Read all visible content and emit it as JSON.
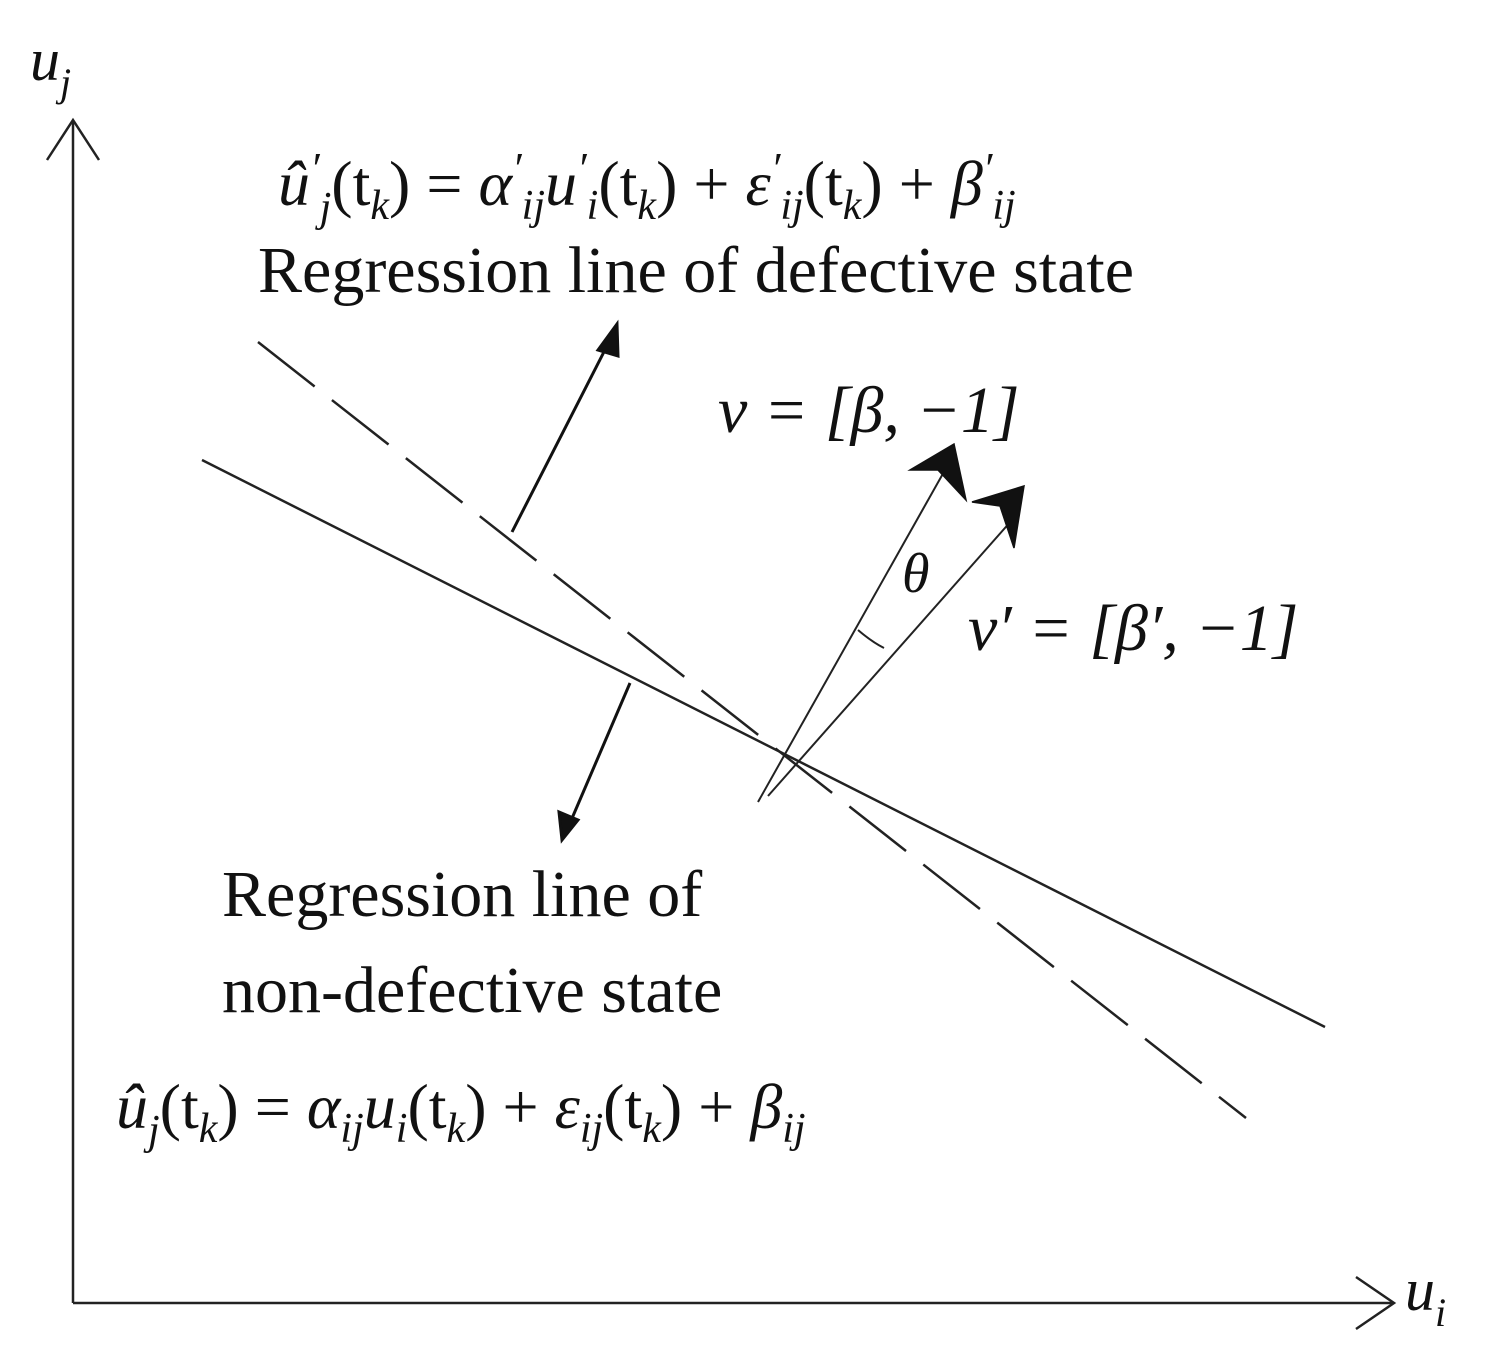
{
  "axes": {
    "y_label_base": "u",
    "y_label_sub": "j",
    "x_label_base": "u",
    "x_label_sub": "i"
  },
  "defective": {
    "equation": {
      "lhs_var": "û",
      "lhs_prime": "′",
      "lhs_sub": "j",
      "lhs_arg": "(t",
      "lhs_arg_sub": "k",
      "lhs_close": ")",
      "eq": " = ",
      "alpha": "α",
      "alpha_prime": "′",
      "alpha_sub": "ij",
      "u": "u",
      "u_prime": "′",
      "u_sub": "i",
      "u_arg": "(t",
      "u_arg_sub": "k",
      "u_close": ")",
      "plus1": " + ",
      "eps": "ε",
      "eps_prime": "′",
      "eps_sub": "ij",
      "eps_arg": "(t",
      "eps_arg_sub": "k",
      "eps_close": ")",
      "plus2": " + ",
      "beta": "β",
      "beta_prime": "′",
      "beta_sub": "ij"
    },
    "label": "Regression line of defective state"
  },
  "vectors": {
    "v": "v = [β, −1]",
    "v_prime": "v′ = [β′, −1]",
    "theta": "θ"
  },
  "nondefective": {
    "label_line1": "Regression line of",
    "label_line2": "non-defective state",
    "equation": {
      "lhs_var": "û",
      "lhs_sub": "j",
      "lhs_arg": "(t",
      "lhs_arg_sub": "k",
      "lhs_close": ")",
      "eq": " = ",
      "alpha": "α",
      "alpha_sub": "ij",
      "u": "u",
      "u_sub": "i",
      "u_arg": "(t",
      "u_arg_sub": "k",
      "u_close": ")",
      "plus1": " + ",
      "eps": "ε",
      "eps_sub": "ij",
      "eps_arg": "(t",
      "eps_arg_sub": "k",
      "eps_close": ")",
      "plus2": " + ",
      "beta": "β",
      "beta_sub": "ij"
    }
  }
}
